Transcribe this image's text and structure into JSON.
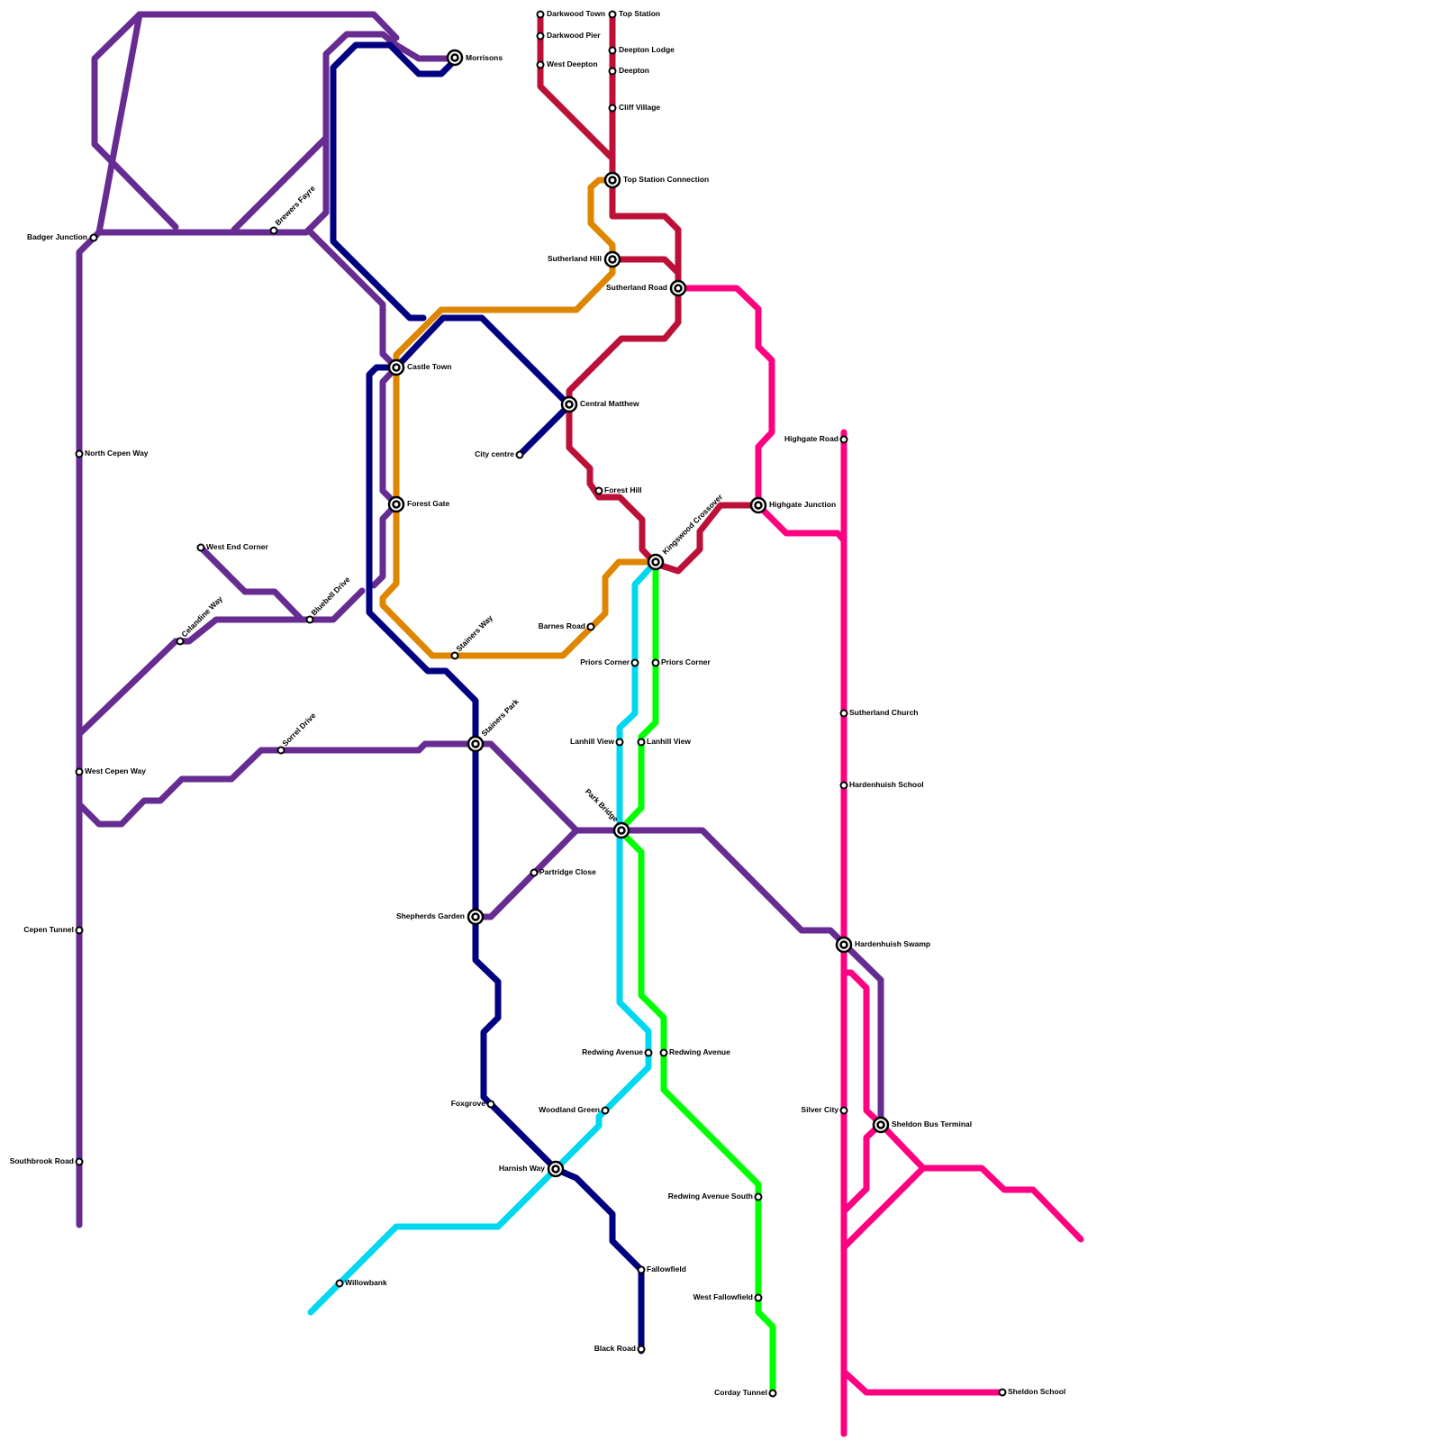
{
  "colors": {
    "purple": "#662c91",
    "navy": "#000080",
    "crimson": "#bd1038",
    "orange": "#df8600",
    "magenta": "#ff0080",
    "cyan": "#00d8f0",
    "green": "#00ff00"
  },
  "stations": {
    "morrisons": "Morrisons",
    "darkwood_town": "Darkwood Town",
    "darkwood_pier": "Darkwood Pier",
    "west_deepton": "West Deepton",
    "top_station": "Top Station",
    "deepton_lodge": "Deepton Lodge",
    "deepton": "Deepton",
    "cliff_village": "Cliff Village",
    "top_station_connection": "Top Station Connection",
    "sutherland_hill": "Sutherland Hill",
    "sutherland_road": "Sutherland Road",
    "badger_junction": "Badger Junction",
    "brewers_fayre": "Brewers Fayre",
    "castle_town": "Castle Town",
    "central_matthew": "Central Matthew",
    "city_centre": "City centre",
    "forest_hill": "Forest Hill",
    "forest_gate": "Forest Gate",
    "highgate_road": "Highgate Road",
    "highgate_junction": "Highgate Junction",
    "kingswood_crossover": "Kingswood Crossover",
    "north_cepen_way": "North Cepen Way",
    "west_end_corner": "West End Corner",
    "celandine_way": "Celandine Way",
    "bluebell_drive": "Bluebell Drive",
    "stainers_way": "Stainers Way",
    "barnes_road": "Barnes Road",
    "priors_corner_w": "Priors Corner",
    "priors_corner_e": "Priors Corner",
    "sutherland_church": "Sutherland Church",
    "lanhill_view_w": "Lanhill View",
    "lanhill_view_e": "Lanhill View",
    "stainers_park": "Stainers Park",
    "sorrel_drive": "Sorrel Drive",
    "west_cepen_way": "West Cepen Way",
    "hardenhuish_school": "Hardenhuish School",
    "park_bridge": "Park Bridge",
    "partridge_close": "Partridge Close",
    "shepherds_garden": "Shepherds Garden",
    "cepen_tunnel": "Cepen Tunnel",
    "hardenhuish_swamp": "Hardenhuish Swamp",
    "redwing_avenue_w": "Redwing Avenue",
    "redwing_avenue_e": "Redwing Avenue",
    "foxgrove": "Foxgrove",
    "woodland_green": "Woodland Green",
    "silver_city": "Silver City",
    "sheldon_bus_terminal": "Sheldon Bus Terminal",
    "southbrook_road": "Southbrook Road",
    "harnish_way": "Harnish Way",
    "redwing_avenue_south": "Redwing Avenue South",
    "fallowfield": "Fallowfield",
    "willowbank": "Willowbank",
    "west_fallowfield": "West Fallowfield",
    "black_road": "Black Road",
    "corday_tunnel": "Corday Tunnel",
    "sheldon_school": "Sheldon School"
  }
}
